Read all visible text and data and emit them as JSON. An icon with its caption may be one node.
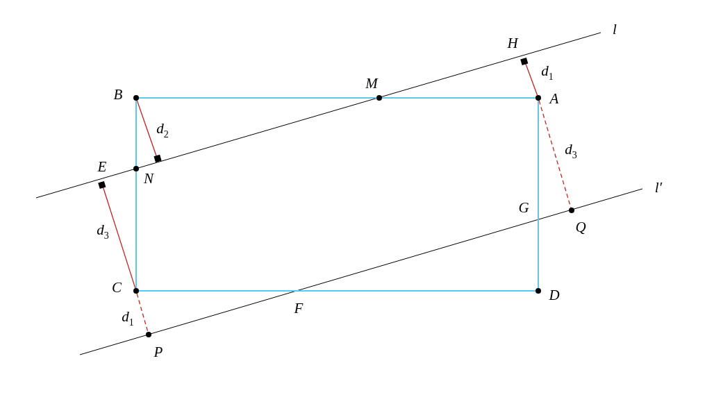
{
  "diagram": {
    "nodes": [
      {
        "text": [
          "H"
        ]
      },
      {
        "text": [
          "M"
        ]
      },
      {
        "text": [
          "B"
        ]
      },
      {
        "text": [
          "A"
        ]
      },
      {
        "text": [
          "E"
        ]
      },
      {
        "text": [
          "N"
        ]
      },
      {
        "text": [
          "G"
        ]
      },
      {
        "text": [
          "Q"
        ]
      },
      {
        "text": [
          "C"
        ]
      },
      {
        "text": [
          "D"
        ]
      },
      {
        "text": [
          "F"
        ]
      },
      {
        "text": [
          "P"
        ]
      },
      {
        "text": [],
        "shape": "box"
      }
    ],
    "edges": [
      {
        "from": 2,
        "to": 3,
        "arrow": "none",
        "color": "#5bc8f0"
      },
      {
        "from": 3,
        "to": 9,
        "arrow": "none",
        "color": "#5bc8f0"
      },
      {
        "from": 9,
        "to": 8,
        "arrow": "none",
        "color": "#5bc8f0"
      },
      {
        "from": 8,
        "to": 2,
        "arrow": "none",
        "color": "#5bc8f0"
      },
      {
        "from": 0,
        "to": 3,
        "arrow": "none",
        "label": "d$_{1}$"
      },
      {
        "from": 2,
        "to": 12,
        "arrow": "none",
        "label": "d$_{2}$"
      },
      {
        "from": 4,
        "to": 8,
        "arrow": "none",
        "label": "d$_{3}$"
      },
      {
        "from": 8,
        "to": 11,
        "arrow": "none",
        "label": "d$_{1}$",
        "style": "dashed"
      },
      {
        "from": 3,
        "to": 7,
        "arrow": "none",
        "label": "d$_{3}$",
        "style": "dashed"
      }
    ],
    "labels": [
      "l",
      "l′"
    ]
  }
}
